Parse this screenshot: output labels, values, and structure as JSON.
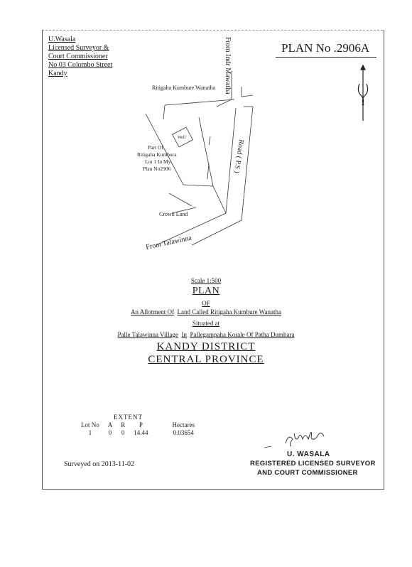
{
  "header": {
    "surveyor_lines": [
      "U.Wasala",
      "Licensed Surveyor &",
      "Court Commissioner",
      "No 03 Colombo Street",
      "Kandy"
    ],
    "plan_number": "PLAN No .2906A"
  },
  "map": {
    "labels": {
      "road_north": "From Indr Mawatha",
      "adjacent_north": "Ritigaha Kumbure Wanatha",
      "adjacent_west_1": "Part Of",
      "adjacent_west_2": "Ritigaha Kumbura",
      "adjacent_west_3": "Lot 1 In My",
      "adjacent_west_4": "Plan No2906",
      "well": "Well",
      "road_east": "Road ( P.S )",
      "adjacent_south": "Crown Land",
      "road_south": "From Talawinna"
    }
  },
  "title_block": {
    "scale": "Scale 1:500",
    "title": "PLAN",
    "of": "OF",
    "allotment_a": "An Allotment  Of",
    "allotment_b": "Land Called Ritigaha Kumbure Wanatha",
    "situated": "Situated at",
    "village_a": "Palle Talawinna Village",
    "village_b": "In",
    "village_c": "Pallegampaha Korale Of Patha Dumbara",
    "district": "KANDY DISTRICT",
    "province": "CENTRAL  PROVINCE"
  },
  "extent": {
    "heading": "EXTENT",
    "columns": [
      "Lot No",
      "A",
      "R",
      "P",
      "Hectares"
    ],
    "rows": [
      [
        "1",
        "0",
        "0",
        "14.44",
        "0.03654"
      ]
    ]
  },
  "footer": {
    "surveyed": "Surveyed  on 2013-11-02",
    "signature_name": "U. WASALA",
    "signature_title_1": "REGISTERED LICENSED SURVEYOR",
    "signature_title_2": "AND COURT COMMISSIONER"
  }
}
